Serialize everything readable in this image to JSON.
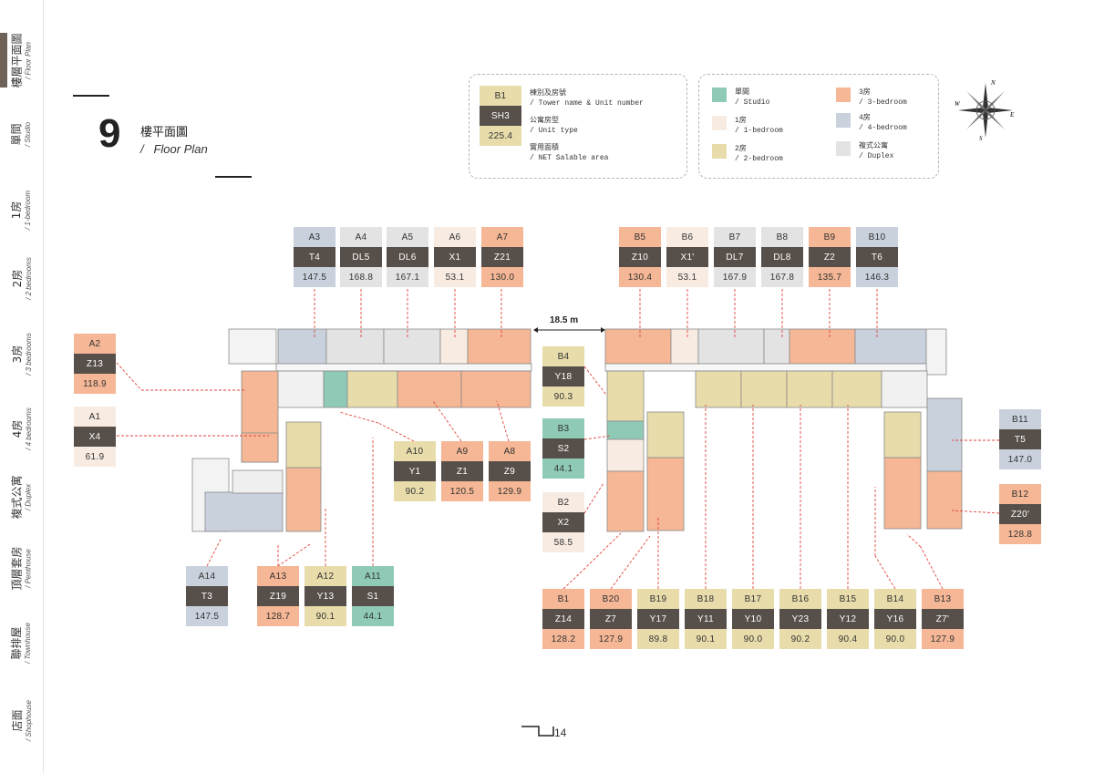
{
  "colors": {
    "studio": "#8fcab7",
    "one_bedroom": "#f8ece2",
    "two_bedroom": "#e8dcab",
    "three_bedroom": "#f5b795",
    "four_bedroom": "#c9d1dd",
    "duplex": "#e3e3e3",
    "type_band": "#574f4a"
  },
  "sidebar": {
    "items": [
      {
        "zh": "樓層平面圖",
        "en": "/ Floor Plan"
      },
      {
        "zh": "單間",
        "en": "/ Studio"
      },
      {
        "zh": "1房",
        "en": "/ 1-bedroom"
      },
      {
        "zh": "2房",
        "en": "/ 2 bedrooms"
      },
      {
        "zh": "3房",
        "en": "/ 3 bedrooms"
      },
      {
        "zh": "4房",
        "en": "/ 4 bedrooms"
      },
      {
        "zh": "複式公寓",
        "en": "/ Duplex"
      },
      {
        "zh": "頂層套房",
        "en": "/ Penthouse"
      },
      {
        "zh": "聯排屋",
        "en": "/ Townhouse"
      },
      {
        "zh": "店面",
        "en": "/ Shophouse"
      }
    ]
  },
  "title": {
    "number": "9",
    "zh": "樓平面圖",
    "slash": "/",
    "en": "Floor Plan"
  },
  "legend_key": {
    "sample_unit": "B1",
    "sample_type": "SH3",
    "sample_area": "225.4",
    "unit_zh": "棟別及房號",
    "unit_en": "/ Tower name & Unit number",
    "type_zh": "公寓房型",
    "type_en": "/ Unit type",
    "area_zh": "實用面積",
    "area_en": "/ NET Salable area"
  },
  "legend_types": [
    {
      "zh": "單間",
      "en": "/ Studio",
      "color": "#8fcab7"
    },
    {
      "zh": "1房",
      "en": "/ 1-bedroom",
      "color": "#f8ece2"
    },
    {
      "zh": "2房",
      "en": "/ 2-bedroom",
      "color": "#e8dcab"
    },
    {
      "zh": "3房",
      "en": "/ 3-bedroom",
      "color": "#f5b795"
    },
    {
      "zh": "4房",
      "en": "/ 4-bedroom",
      "color": "#c9d1dd"
    },
    {
      "zh": "複式公寓",
      "en": "/ Duplex",
      "color": "#e3e3e3"
    }
  ],
  "compass": {
    "n": "N",
    "s": "S",
    "e": "E",
    "w": "W"
  },
  "span_label": "18.5 m",
  "page_number": "14",
  "units": [
    {
      "unit": "A3",
      "type": "T4",
      "area": "147.5",
      "color": "#c9d1dd"
    },
    {
      "unit": "A4",
      "type": "DL5",
      "area": "168.8",
      "color": "#e3e3e3"
    },
    {
      "unit": "A5",
      "type": "DL6",
      "area": "167.1",
      "color": "#e3e3e3"
    },
    {
      "unit": "A6",
      "type": "X1",
      "area": "53.1",
      "color": "#f8ece2"
    },
    {
      "unit": "A7",
      "type": "Z21",
      "area": "130.0",
      "color": "#f5b795"
    },
    {
      "unit": "B5",
      "type": "Z10",
      "area": "130.4",
      "color": "#f5b795"
    },
    {
      "unit": "B6",
      "type": "X1'",
      "area": "53.1",
      "color": "#f8ece2"
    },
    {
      "unit": "B7",
      "type": "DL7",
      "area": "167.9",
      "color": "#e3e3e3"
    },
    {
      "unit": "B8",
      "type": "DL8",
      "area": "167.8",
      "color": "#e3e3e3"
    },
    {
      "unit": "B9",
      "type": "Z2",
      "area": "135.7",
      "color": "#f5b795"
    },
    {
      "unit": "B10",
      "type": "T6",
      "area": "146.3",
      "color": "#c9d1dd"
    },
    {
      "unit": "A2",
      "type": "Z13",
      "area": "118.9",
      "color": "#f5b795"
    },
    {
      "unit": "A1",
      "type": "X4",
      "area": "61.9",
      "color": "#f8ece2"
    },
    {
      "unit": "B4",
      "type": "Y18",
      "area": "90.3",
      "color": "#e8dcab"
    },
    {
      "unit": "B3",
      "type": "S2",
      "area": "44.1",
      "color": "#8fcab7"
    },
    {
      "unit": "B2",
      "type": "X2",
      "area": "58.5",
      "color": "#f8ece2"
    },
    {
      "unit": "A10",
      "type": "Y1",
      "area": "90.2",
      "color": "#e8dcab"
    },
    {
      "unit": "A9",
      "type": "Z1",
      "area": "120.5",
      "color": "#f5b795"
    },
    {
      "unit": "A8",
      "type": "Z9",
      "area": "129.9",
      "color": "#f5b795"
    },
    {
      "unit": "B11",
      "type": "T5",
      "area": "147.0",
      "color": "#c9d1dd"
    },
    {
      "unit": "B12",
      "type": "Z20'",
      "area": "128.8",
      "color": "#f5b795"
    },
    {
      "unit": "A14",
      "type": "T3",
      "area": "147.5",
      "color": "#c9d1dd"
    },
    {
      "unit": "A13",
      "type": "Z19",
      "area": "128.7",
      "color": "#f5b795"
    },
    {
      "unit": "A12",
      "type": "Y13",
      "area": "90.1",
      "color": "#e8dcab"
    },
    {
      "unit": "A11",
      "type": "S1",
      "area": "44.1",
      "color": "#8fcab7"
    },
    {
      "unit": "B1",
      "type": "Z14",
      "area": "128.2",
      "color": "#f5b795"
    },
    {
      "unit": "B20",
      "type": "Z7",
      "area": "127.9",
      "color": "#f5b795"
    },
    {
      "unit": "B19",
      "type": "Y17",
      "area": "89.8",
      "color": "#e8dcab"
    },
    {
      "unit": "B18",
      "type": "Y11",
      "area": "90.1",
      "color": "#e8dcab"
    },
    {
      "unit": "B17",
      "type": "Y10",
      "area": "90.0",
      "color": "#e8dcab"
    },
    {
      "unit": "B16",
      "type": "Y23",
      "area": "90.2",
      "color": "#e8dcab"
    },
    {
      "unit": "B15",
      "type": "Y12",
      "area": "90.4",
      "color": "#e8dcab"
    },
    {
      "unit": "B14",
      "type": "Y16",
      "area": "90.0",
      "color": "#e8dcab"
    },
    {
      "unit": "B13",
      "type": "Z7'",
      "area": "127.9",
      "color": "#f5b795"
    }
  ]
}
